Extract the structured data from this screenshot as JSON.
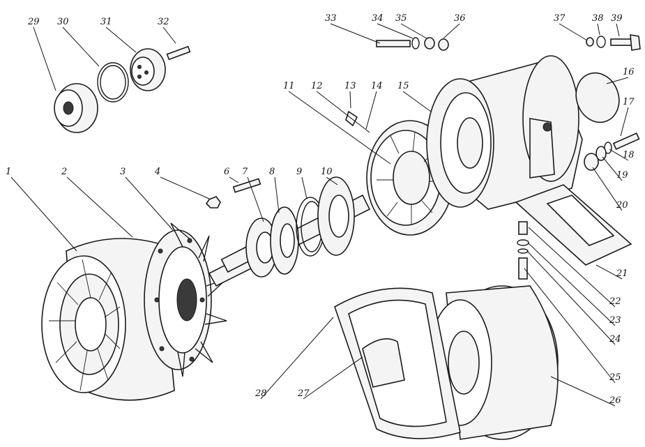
{
  "callouts": [
    "1",
    "2",
    "3",
    "4",
    "6",
    "7",
    "8",
    "9",
    "10",
    "11",
    "12",
    "13",
    "14",
    "15",
    "16",
    "17",
    "18",
    "19",
    "20",
    "21",
    "22",
    "23",
    "24",
    "25",
    "26",
    "27",
    "28",
    "29",
    "30",
    "31",
    "32",
    "33",
    "34",
    "35",
    "36",
    "37",
    "38",
    "39"
  ]
}
